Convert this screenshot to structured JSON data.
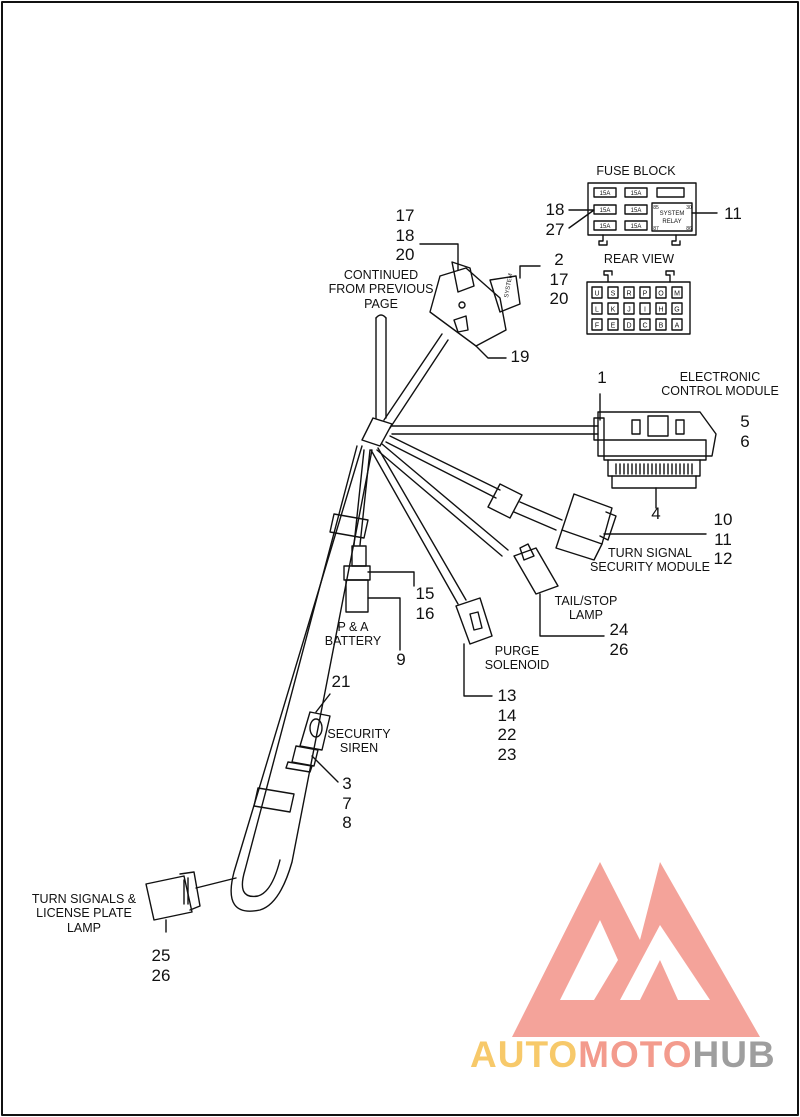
{
  "labels": {
    "fuse_block": "FUSE BLOCK",
    "rear_view": "REAR VIEW",
    "continued": [
      "CONTINUED",
      "FROM PREVIOUS",
      "PAGE"
    ],
    "ecm": [
      "ELECTRONIC",
      "CONTROL MODULE"
    ],
    "tssm": [
      "TURN SIGNAL",
      "SECURITY MODULE"
    ],
    "tail_stop": [
      "TAIL/STOP",
      "LAMP"
    ],
    "purge": [
      "PURGE",
      "SOLENOID"
    ],
    "pa_battery": [
      "P & A",
      "BATTERY"
    ],
    "siren": [
      "SECURITY",
      "SIREN"
    ],
    "turn_signals": [
      "TURN SIGNALS &",
      "LICENSE PLATE",
      "LAMP"
    ]
  },
  "callouts": {
    "g_17_18_20": [
      "17",
      "18",
      "20"
    ],
    "g_2_17_20": [
      "2",
      "17",
      "20"
    ],
    "g_18_27": [
      "18",
      "27"
    ],
    "c11_fuse": "11",
    "c19": "19",
    "c1": "1",
    "g_5_6": [
      "5",
      "6"
    ],
    "c4": "4",
    "g_10_11_12": [
      "10",
      "11",
      "12"
    ],
    "g_15_16": [
      "15",
      "16"
    ],
    "c9": "9",
    "g_24_26": [
      "24",
      "26"
    ],
    "g_13_14_22_23": [
      "13",
      "14",
      "22",
      "23"
    ],
    "c21": "21",
    "g_3_7_8": [
      "3",
      "7",
      "8"
    ],
    "g_25_26": [
      "25",
      "26"
    ]
  },
  "fuse_block": {
    "fuses": [
      "15A",
      "15A",
      "15A",
      "15A",
      "15A",
      "15A"
    ],
    "relay": [
      "SYSTEM",
      "RELAY"
    ],
    "relay_pins": [
      "85",
      "30",
      "87",
      "86"
    ]
  },
  "rear_view_grid": [
    [
      "U",
      "S",
      "R",
      "P",
      "O",
      "M"
    ],
    [
      "L",
      "K",
      "J",
      "I",
      "H",
      "G"
    ],
    [
      "F",
      "E",
      "D",
      "C",
      "B",
      "A"
    ]
  ],
  "connector_text": "SYSTEM",
  "brand": {
    "part1": "AUTO",
    "part2": "MOTO",
    "part3": "HUB"
  }
}
